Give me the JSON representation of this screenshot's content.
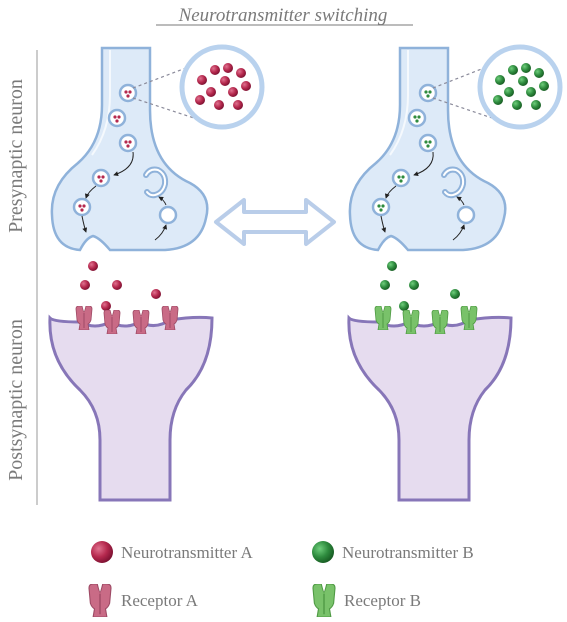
{
  "title": "Neurotransmitter switching",
  "side_labels": {
    "presynaptic": "Presynaptic neuron",
    "postsynaptic": "Postsynaptic neuron"
  },
  "legend": {
    "nt_a": "Neurotransmitter A",
    "nt_b": "Neurotransmitter B",
    "rec_a": "Receptor A",
    "rec_b": "Receptor B"
  },
  "colors": {
    "neurotransmitter_a": "#b5294e",
    "neurotransmitter_b": "#2e8b3e",
    "receptor_a": "#c96b86",
    "receptor_b": "#79c26a",
    "presynaptic_fill": "#ddeaf8",
    "presynaptic_outline": "#8fb2da",
    "postsynaptic_fill": "#e6dcef",
    "postsynaptic_outline": "#8776b8",
    "arrow": "#b9cde9"
  }
}
